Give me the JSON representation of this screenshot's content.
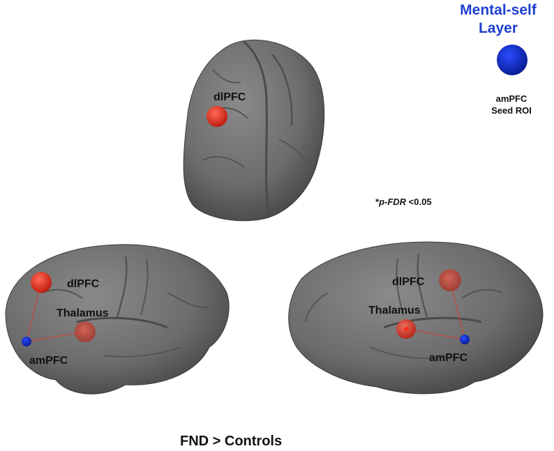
{
  "legend": {
    "title_line1": "Mental-self",
    "title_line2": "Layer",
    "seed_line1": "amPFC",
    "seed_line2": "Seed ROI",
    "seed_color": "#0a2ad8"
  },
  "stats_note": {
    "star": "*",
    "label": "p-FDR",
    "threshold": " <0.05"
  },
  "contrast": "FND > Controls",
  "regions": {
    "dlpfc": "dlPFC",
    "thalamus": "Thalamus",
    "ampfc": "amPFC"
  },
  "colors": {
    "target": "#e0321f",
    "seed": "#0a2ad8",
    "brain": "#6e6e6e",
    "connection": "#c8453a"
  }
}
